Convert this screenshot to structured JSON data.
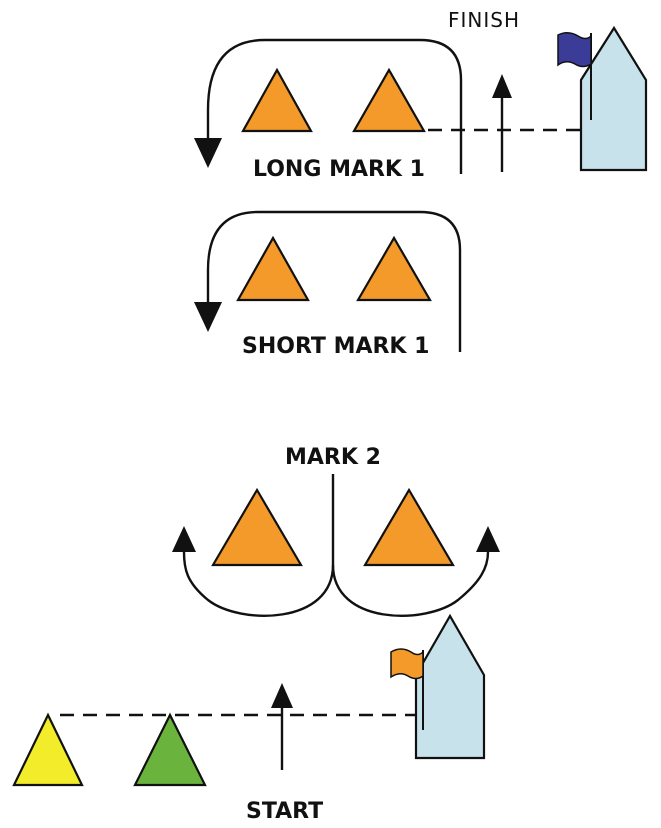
{
  "labels": {
    "finish": "FINISH",
    "long_mark_1": "LONG MARK 1",
    "short_mark_1": "SHORT MARK 1",
    "mark_2": "MARK 2",
    "start": "START"
  },
  "colors": {
    "course_mark": "#f39a2b",
    "start_pin_mark": "#f2ec2a",
    "start_line_mark": "#6ab43e",
    "committee_boat": "#c7e2ea",
    "finish_flag": "#3b3b98",
    "start_flag": "#f39a2b",
    "outline": "#111111"
  },
  "icons": {
    "finish_flag": "flag-icon",
    "start_flag": "flag-icon",
    "committee_boat": "boat-icon",
    "marks": "triangle-buoy-icon",
    "course_arrows": "arrow-icon"
  }
}
